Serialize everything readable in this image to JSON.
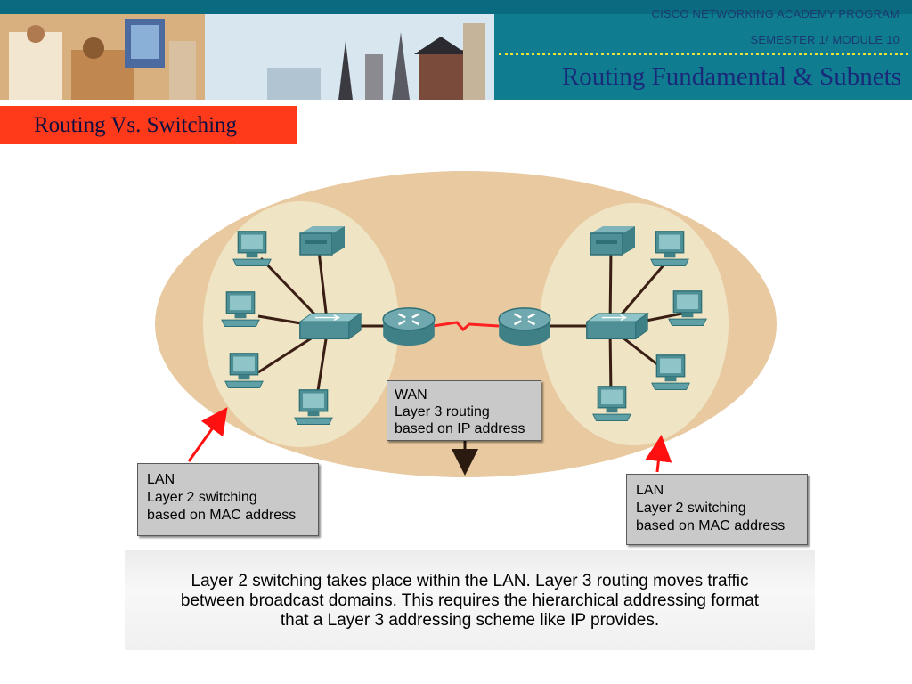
{
  "header": {
    "program": "CISCO NETWORKING ACADEMY PROGRAM",
    "module": "SEMESTER 1/ MODULE 10",
    "title": "Routing Fundamental & Subnets"
  },
  "section": {
    "title": "Routing Vs. Switching"
  },
  "diagram": {
    "lan_left": {
      "lines": [
        "LAN",
        "Layer 2 switching",
        "based on MAC address"
      ]
    },
    "wan": {
      "lines": [
        "WAN",
        "Layer 3 routing",
        "based on IP address"
      ]
    },
    "lan_right": {
      "lines": [
        "LAN",
        "Layer 2 switching",
        "based on MAC address"
      ]
    }
  },
  "caption": {
    "lines": [
      "Layer 2 switching takes place within the LAN. Layer 3 routing moves traffic",
      "between broadcast domains. This requires the hierarchical addressing format",
      "that a Layer 3 addressing scheme like IP provides."
    ]
  },
  "colors": {
    "header_bg": "#0f7d8f",
    "section_tab": "#ff3a1a",
    "outer_ellipse": "#e8c9a0",
    "lan_ellipse": "#efe4c4",
    "device": "#4f8f96",
    "wan_link": "#ff2020",
    "arrow_red": "#ff1010"
  }
}
